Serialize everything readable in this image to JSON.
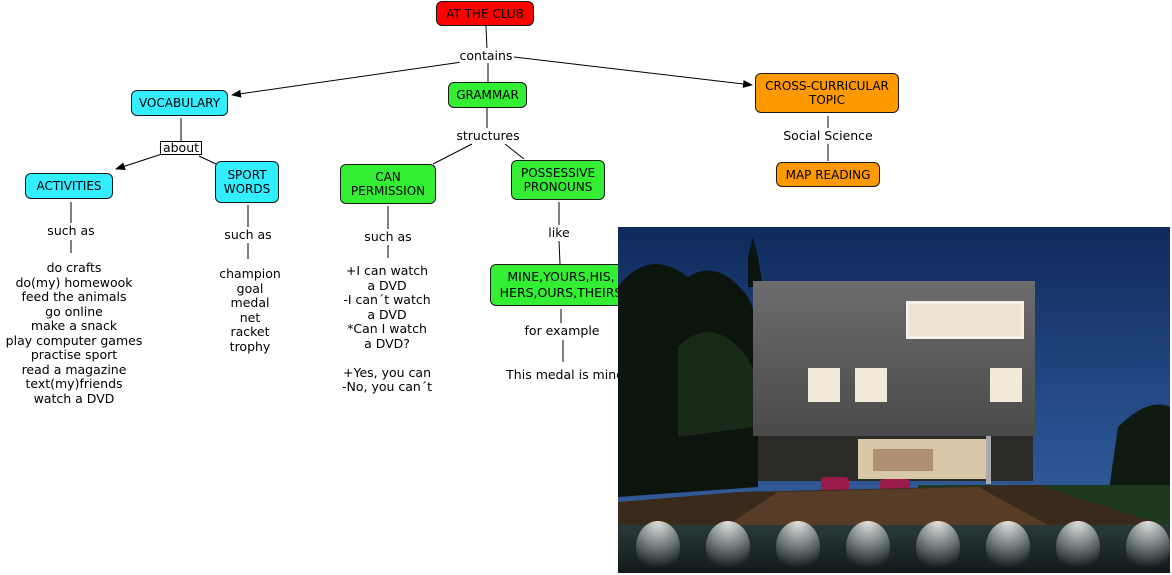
{
  "root": "AT THE CLUB",
  "links": {
    "contains": "contains",
    "about": "about",
    "structures": "structures",
    "social_science": "Social Science",
    "such_as": "such as",
    "like": "like",
    "for_example": "for example"
  },
  "nodes": {
    "vocabulary": "VOCABULARY",
    "grammar": "GRAMMAR",
    "cross_curricular": "CROSS-CURRICULAR\nTOPIC",
    "activities": "ACTIVITIES",
    "sport_words": "SPORT\nWORDS",
    "can_permission": "CAN\nPERMISSION",
    "possessive_pronouns": "POSSESSIVE\nPRONOUNS",
    "map_reading": "MAP READING",
    "pronoun_list": "MINE,YOURS,HIS,\nHERS,OURS,THEIRS"
  },
  "activities_list": "do crafts\ndo(my) homewook\nfeed the animals\ngo online\nmake a snack\nplay computer games\npractise sport\nread a magazine\ntext(my)friends\nwatch a DVD",
  "sport_list": "champion\ngoal\nmedal\nnet\nracket\ntrophy",
  "can_list": "+I can watch\na DVD\n-I can´t watch\na DVD\n*Can I watch\na DVD?\n\n+Yes, you can\n-No, you can´t",
  "example_sentence": "This medal is mine",
  "colors": {
    "red": "#ff0000",
    "cyan": "#33eeff",
    "green": "#33ee33",
    "orange": "#ff9900"
  }
}
